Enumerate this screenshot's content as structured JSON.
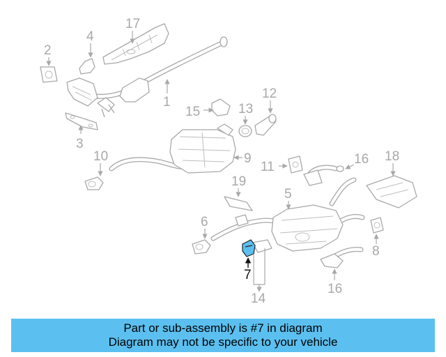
{
  "diagram": {
    "highlight_color": "#5bc0f0",
    "callouts": [
      "1",
      "2",
      "3",
      "4",
      "5",
      "6",
      "7",
      "8",
      "9",
      "10",
      "11",
      "12",
      "13",
      "14",
      "15",
      "16",
      "16",
      "17",
      "18",
      "19"
    ],
    "highlighted_part": "7"
  },
  "banner": {
    "line1": "Part or sub-assembly is #7 in diagram",
    "line2": "Diagram may not be specific to your vehicle",
    "background": "#5bc0f0"
  }
}
